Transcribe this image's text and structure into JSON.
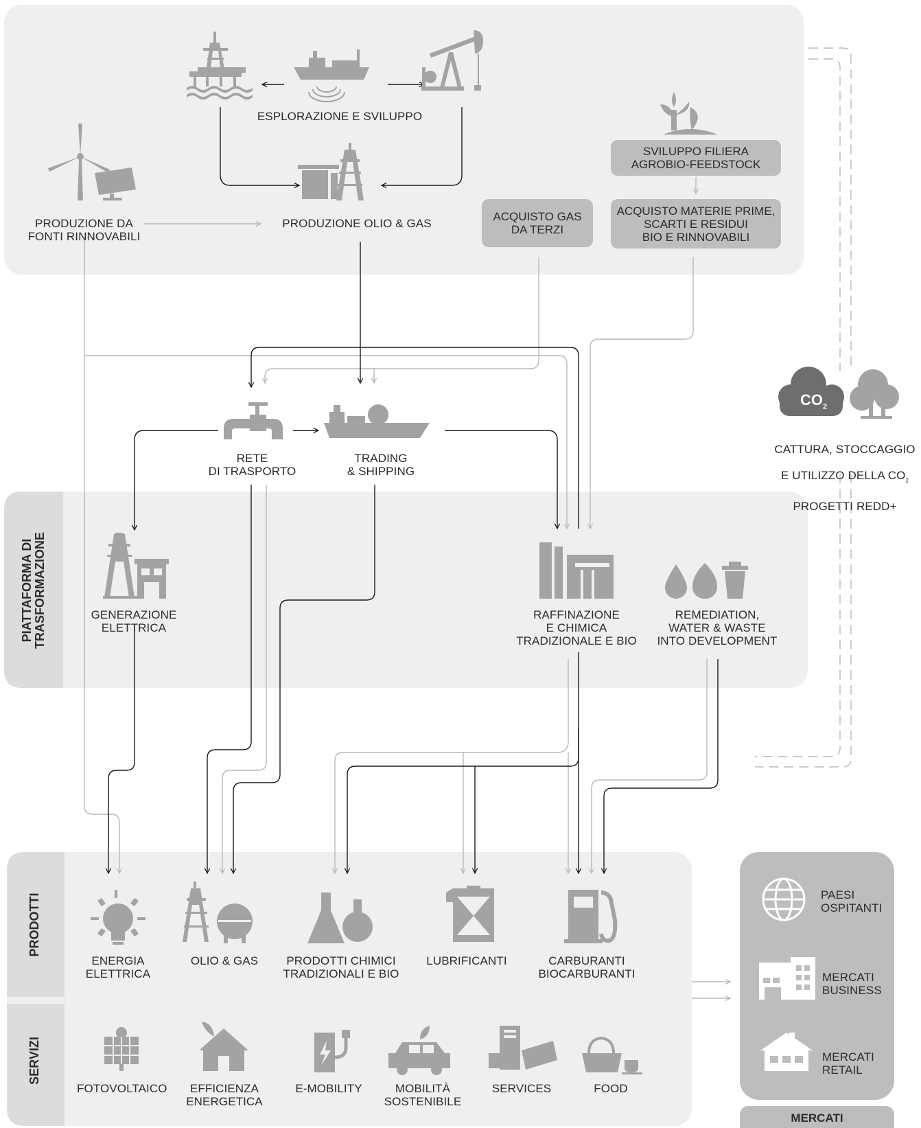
{
  "colors": {
    "panel": "#efefef",
    "band": "#dcdcdc",
    "box": "#bdbdbd",
    "icon": "#a3a3a3",
    "icon_dark": "#6e6e6e",
    "arrow_dark": "#1a1a1a",
    "arrow_light": "#b9b9b9",
    "markets_panel": "#bdbdbd"
  },
  "upstream": {
    "exploration_label": "ESPLORAZIONE E SVILUPPO",
    "renewables_label": "PRODUZIONE DA\nFONTI RINNOVABILI",
    "oil_gas_production_label": "PRODUZIONE OLIO & GAS",
    "gas_purchase_box": "ACQUISTO GAS\nDA TERZI",
    "agrobio_box": "SVILUPPO FILIERA\nAGROBIO-FEEDSTOCK",
    "raw_materials_box": "ACQUISTO MATERIE PRIME,\nSCARTI E RESIDUI\nBIO E RINNOVABILI"
  },
  "midstream": {
    "network_label": "RETE\nDI TRASPORTO",
    "trading_label": "TRADING\n& SHIPPING"
  },
  "co2": {
    "cloud_text": "CO",
    "cloud_subscript": "2",
    "label_line1": "CATTURA, STOCCAGGIO",
    "label_line2": "E UTILIZZO DELLA CO",
    "label_line2_sub": "2",
    "label_line3": "PROGETTI REDD+"
  },
  "transformation": {
    "side_label": "PIATTAFORMA DI\nTRASFORMAZIONE",
    "power_label": "GENERAZIONE\nELETTRICA",
    "refining_label": "RAFFINAZIONE\nE CHIMICA\nTRADIZIONALE E BIO",
    "remediation_label": "REMEDIATION,\nWATER & WASTE\nINTO DEVELOPMENT"
  },
  "products": {
    "side_label": "PRODOTTI",
    "items": [
      {
        "label": "ENERGIA\nELETTRICA",
        "icon": "lightbulb-icon"
      },
      {
        "label": "OLIO & GAS",
        "icon": "oil-gas-icon"
      },
      {
        "label": "PRODOTTI CHIMICI\nTRADIZIONALI E BIO",
        "icon": "flask-icon"
      },
      {
        "label": "LUBRIFICANTI",
        "icon": "jerrycan-icon"
      },
      {
        "label": "CARBURANTI\nBIOCARBURANTI",
        "icon": "fuel-pump-icon"
      }
    ]
  },
  "services": {
    "side_label": "SERVIZI",
    "items": [
      {
        "label": "FOTOVOLTAICO",
        "icon": "solar-panel-icon"
      },
      {
        "label": "EFFICIENZA\nENERGETICA",
        "icon": "eco-house-icon"
      },
      {
        "label": "E-MOBILITY",
        "icon": "ev-charger-icon"
      },
      {
        "label": "MOBILITÀ\nSOSTENIBILE",
        "icon": "car-icon"
      },
      {
        "label": "SERVICES",
        "icon": "services-icon"
      },
      {
        "label": "FOOD",
        "icon": "food-basket-icon"
      }
    ]
  },
  "markets": {
    "title": "MERCATI",
    "items": [
      {
        "label": "PAESI\nOSPITANTI",
        "icon": "globe-icon"
      },
      {
        "label": "MERCATI\nBUSINESS",
        "icon": "business-building-icon"
      },
      {
        "label": "MERCATI\nRETAIL",
        "icon": "house-icon"
      }
    ]
  }
}
